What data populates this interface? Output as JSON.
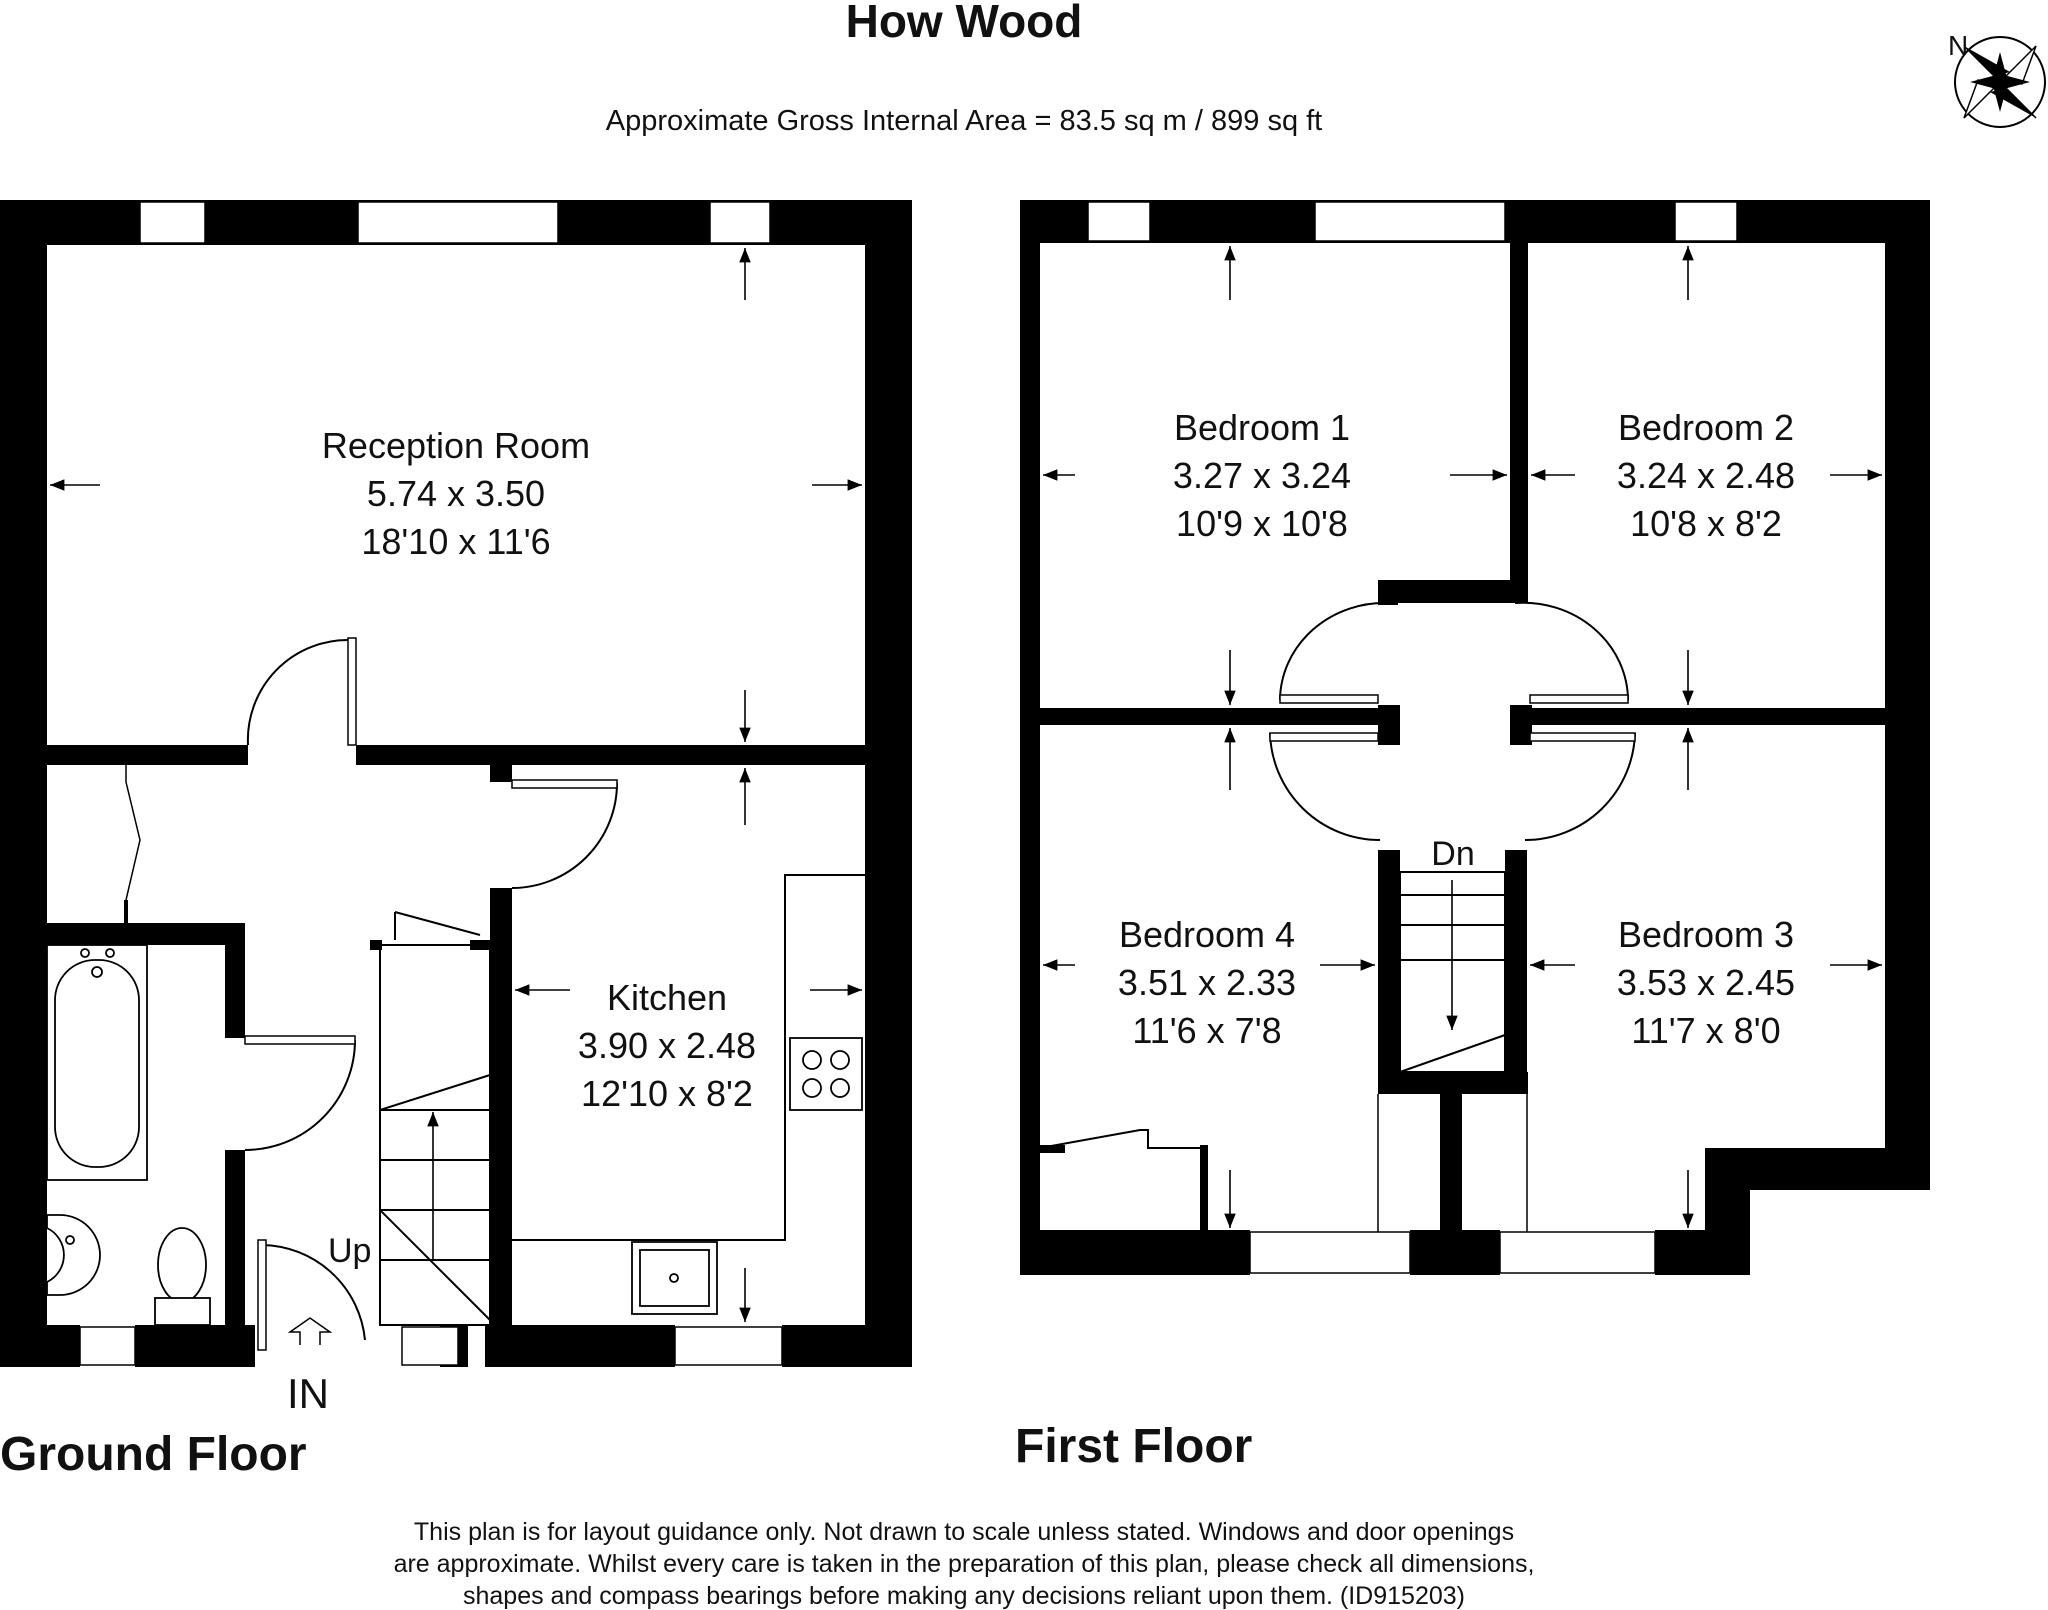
{
  "title": "How Wood",
  "subtitle": "Approximate Gross Internal Area = 83.5 sq m / 899 sq ft",
  "compass": {
    "label": "N",
    "icon": "compass-rose-icon"
  },
  "ground_floor": {
    "label": "Ground Floor",
    "entrance_label": "IN",
    "stairs_label": "Up",
    "rooms": [
      {
        "name": "Reception Room",
        "metric": "5.74 x 3.50",
        "imperial": "18'10 x 11'6"
      },
      {
        "name": "Kitchen",
        "metric": "3.90 x 2.48",
        "imperial": "12'10 x 8'2"
      }
    ]
  },
  "first_floor": {
    "label": "First Floor",
    "stairs_label": "Dn",
    "rooms": [
      {
        "name": "Bedroom 1",
        "metric": "3.27 x 3.24",
        "imperial": "10'9 x 10'8"
      },
      {
        "name": "Bedroom 2",
        "metric": "3.24 x 2.48",
        "imperial": "10'8 x 8'2"
      },
      {
        "name": "Bedroom 4",
        "metric": "3.51 x 2.33",
        "imperial": "11'6 x 7'8"
      },
      {
        "name": "Bedroom 3",
        "metric": "3.53 x 2.45",
        "imperial": "11'7 x 8'0"
      }
    ]
  },
  "disclaimer": [
    "This plan is for layout guidance only. Not drawn to scale unless stated. Windows and door openings",
    "are approximate. Whilst every care is taken in the preparation of this plan, please check all dimensions,",
    "shapes and compass bearings before making any decisions reliant upon them. (ID915203)"
  ]
}
